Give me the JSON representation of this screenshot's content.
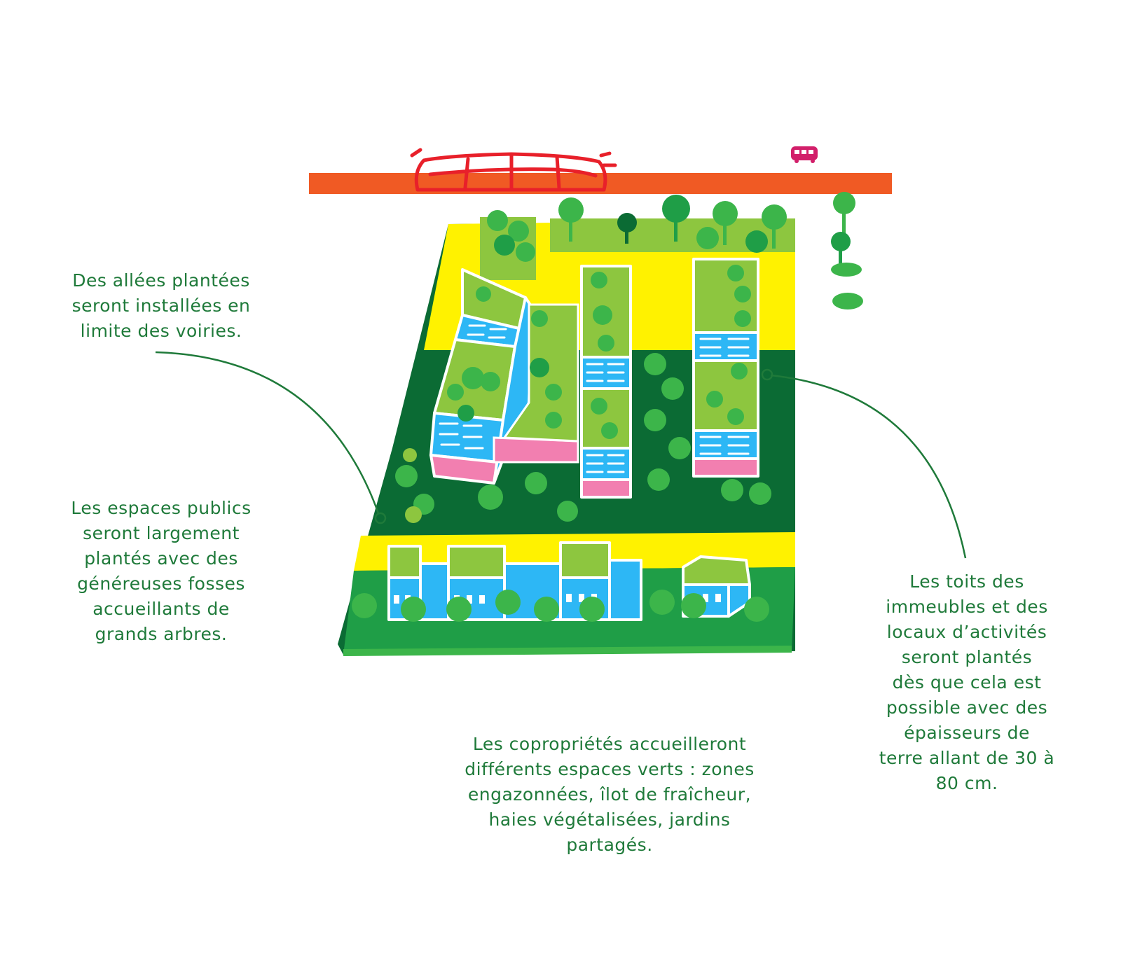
{
  "colors": {
    "text": "#1f7a3a",
    "road": "#f05a24",
    "tram": "#e8202a",
    "bus": "#d21f6a",
    "yellow_path": "#fff200",
    "dark_green": "#0b6b34",
    "mid_green": "#1f9e47",
    "light_green": "#8dc63f",
    "tree": "#3cb54a",
    "facade_blue": "#2db7f5",
    "facade_pink": "#f27fb0"
  },
  "annotations": {
    "alleys": [
      "Des allées plantées",
      "seront installées en",
      "limite des voiries."
    ],
    "public_spaces": [
      "Les espaces publics",
      "seront largement",
      "plantés avec des",
      "généreuses fosses",
      "accueillants de",
      "grands arbres."
    ],
    "roofs": [
      "Les toits des",
      "immeubles et des",
      "locaux d’activités",
      "seront plantés",
      "dès que cela est",
      "possible avec des",
      "épaisseurs de",
      "terre allant de 30 à",
      "80 cm."
    ],
    "condos": [
      "Les copropriétés accueilleront",
      "différents espaces verts : zones",
      "engazonnées, îlot de fraîcheur,",
      "haies végétalisées, jardins",
      "partagés."
    ]
  },
  "icons": [
    "tram-icon",
    "bus-icon",
    "tree-icon",
    "building-icon"
  ]
}
